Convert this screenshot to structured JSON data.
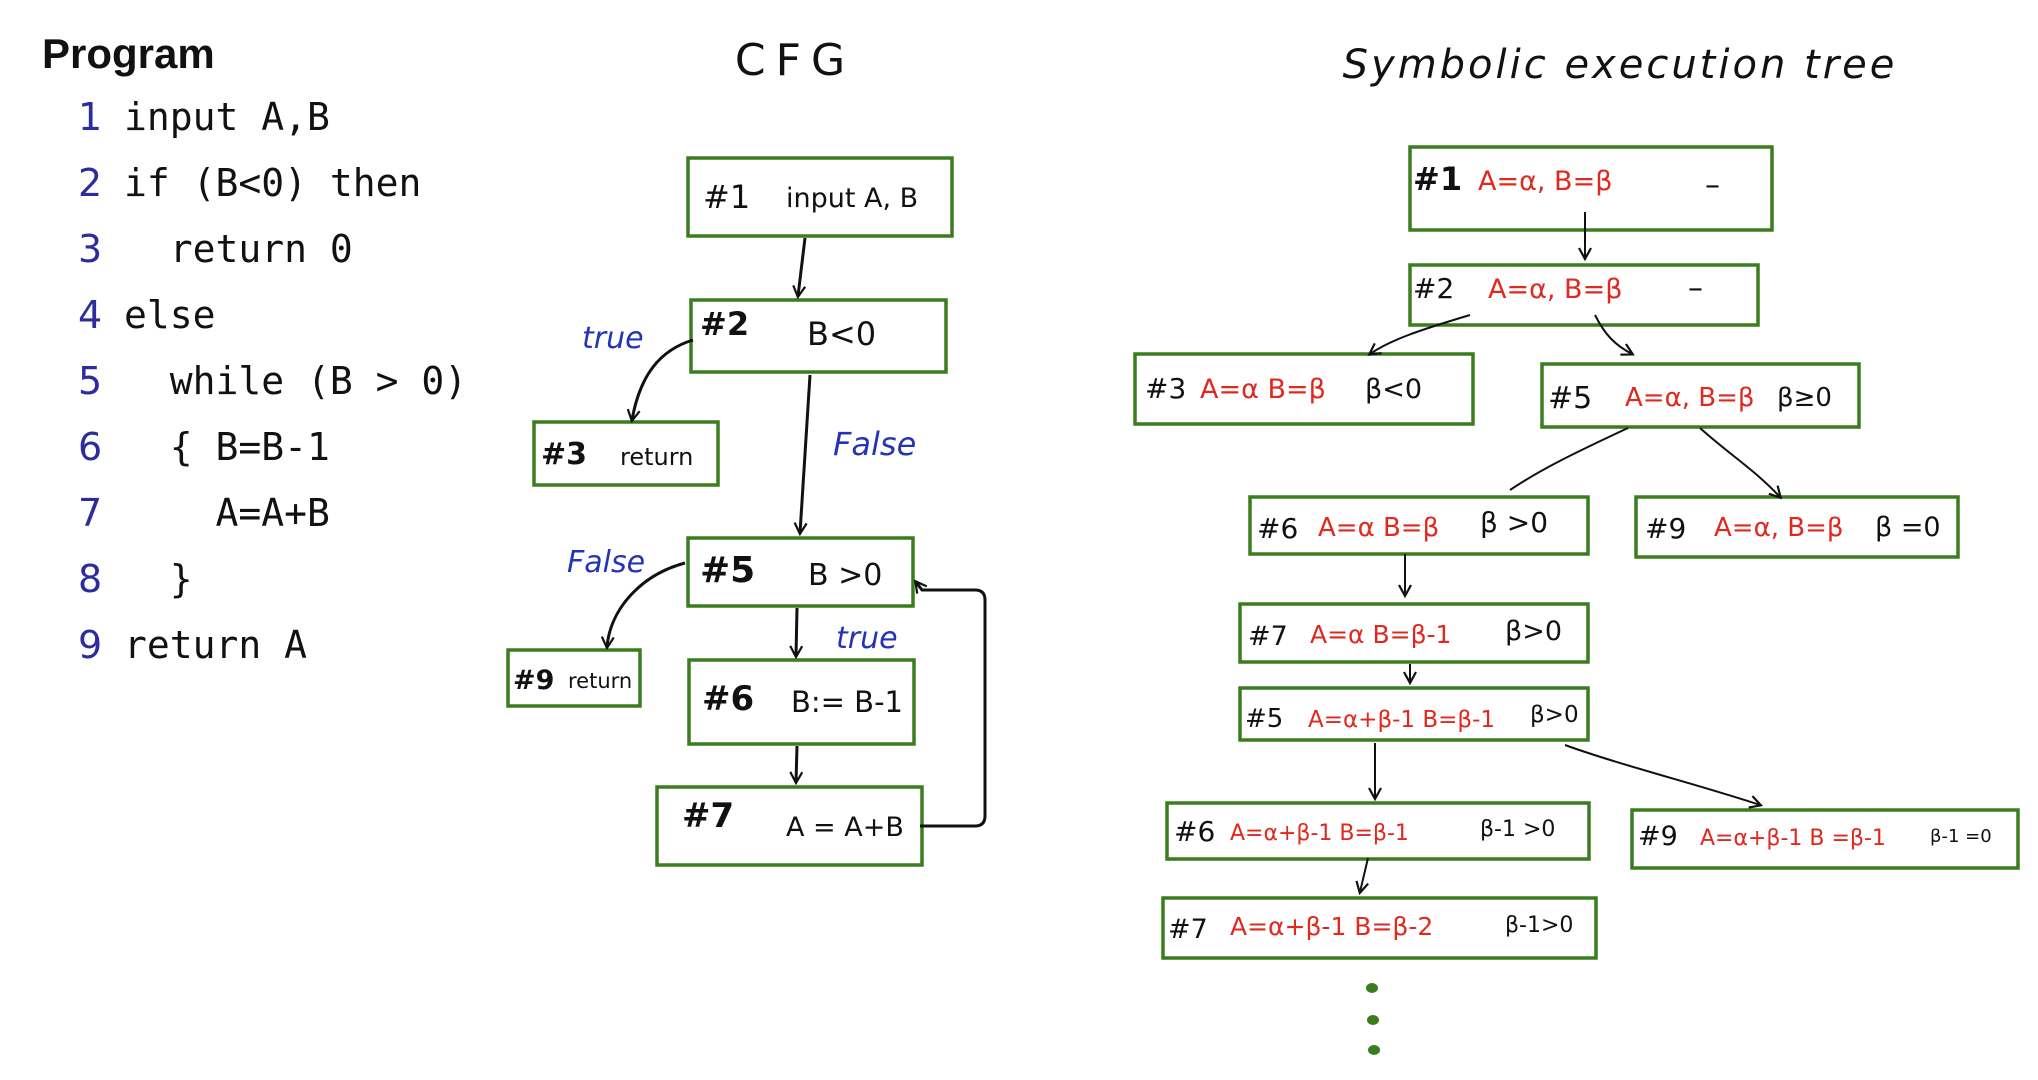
{
  "program": {
    "title": "Program",
    "lines": [
      {
        "num": "1",
        "code": "input A,B"
      },
      {
        "num": "2",
        "code": "if (B<0) then"
      },
      {
        "num": "3",
        "code": "  return 0"
      },
      {
        "num": "4",
        "code": "else"
      },
      {
        "num": "5",
        "code": "  while (B > 0)"
      },
      {
        "num": "6",
        "code": "  { B=B-1"
      },
      {
        "num": "7",
        "code": "    A=A+B"
      },
      {
        "num": "8",
        "code": "  }"
      },
      {
        "num": "9",
        "code": "return A"
      }
    ]
  },
  "cfg": {
    "title": "CFG",
    "nodes": [
      {
        "id": "#1",
        "label": "input A, B"
      },
      {
        "id": "#2",
        "label": "B<0"
      },
      {
        "id": "#3",
        "label": "return"
      },
      {
        "id": "#5",
        "label": "B >0"
      },
      {
        "id": "#9",
        "label": "return"
      },
      {
        "id": "#6",
        "label": "B:= B-1"
      },
      {
        "id": "#7",
        "label": "A = A+B"
      }
    ],
    "edge_labels": {
      "n2_true": "true",
      "n2_false": "False",
      "n5_false": "False",
      "n5_true": "true"
    }
  },
  "tree": {
    "title": "Symbolic execution tree",
    "nodes": [
      {
        "id": "#1",
        "state": "A=α, B=β",
        "pc": "–"
      },
      {
        "id": "#2",
        "state": "A=α, B=β",
        "pc": "–"
      },
      {
        "id": "#3",
        "state": "A=α B=β",
        "pc": "β<0"
      },
      {
        "id": "#5",
        "state": "A=α, B=β",
        "pc": "β≥0"
      },
      {
        "id": "#6",
        "state": "A=α B=β",
        "pc": "β >0"
      },
      {
        "id": "#9",
        "state": "A=α, B=β",
        "pc": "β =0"
      },
      {
        "id": "#7",
        "state": "A=α B=β-1",
        "pc": "β>0"
      },
      {
        "id": "#5",
        "state": "A=α+β-1 B=β-1",
        "pc": "β>0"
      },
      {
        "id": "#6",
        "state": "A=α+β-1 B=β-1",
        "pc": "β-1 >0"
      },
      {
        "id": "#9",
        "state": "A=α+β-1 B =β-1",
        "pc": "β-1 =0"
      },
      {
        "id": "#7",
        "state": "A=α+β-1 B=β-2",
        "pc": "β-1>0"
      }
    ]
  },
  "colors": {
    "box_border": "#3a7d1e",
    "state_text": "#e0281e",
    "edge_label": "#2434b8",
    "ink": "#111111",
    "line_number": "#2c2c9e"
  }
}
